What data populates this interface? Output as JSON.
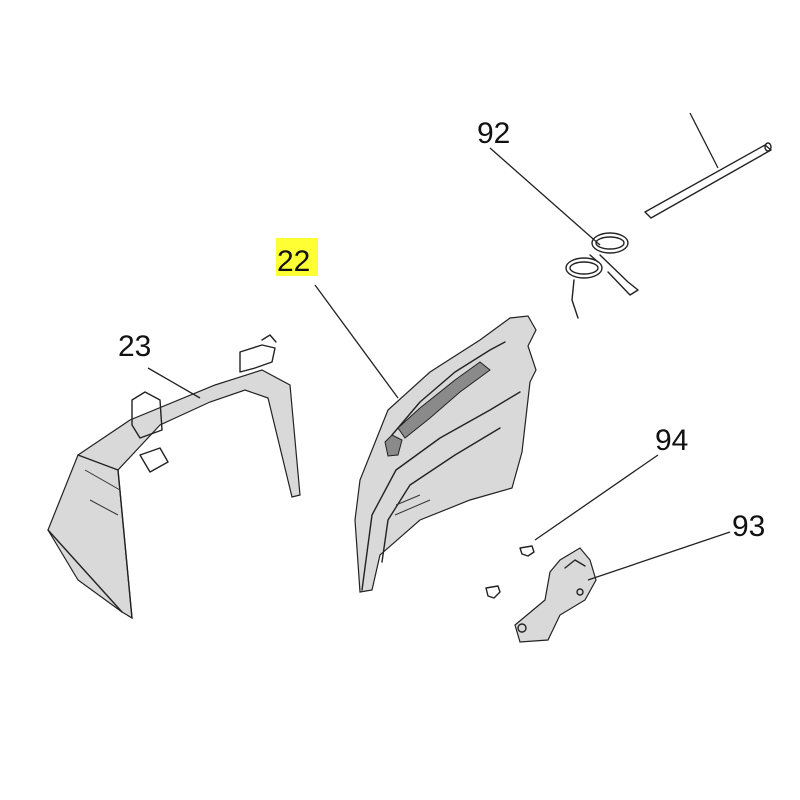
{
  "callouts": {
    "c92": "92",
    "c22": "22",
    "c23": "23",
    "c94": "94",
    "c93": "93"
  },
  "highlight_color": "#ffff33"
}
